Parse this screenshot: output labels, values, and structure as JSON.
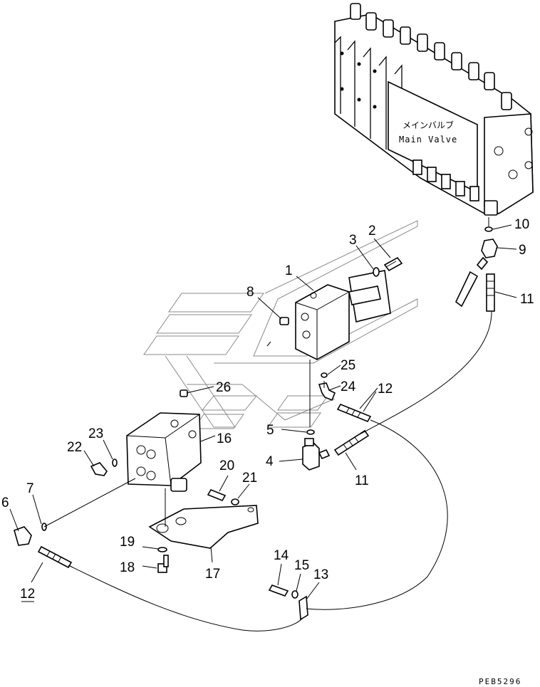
{
  "main_valve": {
    "label_jp": "メインバルブ",
    "label_en": "Main Valve"
  },
  "callouts": [
    {
      "id": "c1",
      "text": "1"
    },
    {
      "id": "c2",
      "text": "2"
    },
    {
      "id": "c3",
      "text": "3"
    },
    {
      "id": "c4",
      "text": "4"
    },
    {
      "id": "c5",
      "text": "5"
    },
    {
      "id": "c6",
      "text": "6"
    },
    {
      "id": "c7",
      "text": "7"
    },
    {
      "id": "c8",
      "text": "8"
    },
    {
      "id": "c9",
      "text": "9"
    },
    {
      "id": "c10",
      "text": "10"
    },
    {
      "id": "c11a",
      "text": "11"
    },
    {
      "id": "c11b",
      "text": "11"
    },
    {
      "id": "c12a",
      "text": "12"
    },
    {
      "id": "c12b",
      "text": "12"
    },
    {
      "id": "c13",
      "text": "13"
    },
    {
      "id": "c14",
      "text": "14"
    },
    {
      "id": "c15",
      "text": "15"
    },
    {
      "id": "c16",
      "text": "16"
    },
    {
      "id": "c17",
      "text": "17"
    },
    {
      "id": "c18",
      "text": "18"
    },
    {
      "id": "c19",
      "text": "19"
    },
    {
      "id": "c20",
      "text": "20"
    },
    {
      "id": "c21",
      "text": "21"
    },
    {
      "id": "c22",
      "text": "22"
    },
    {
      "id": "c23",
      "text": "23"
    },
    {
      "id": "c24",
      "text": "24"
    },
    {
      "id": "c25",
      "text": "25"
    },
    {
      "id": "c26",
      "text": "26"
    }
  ],
  "drawing_code": "PEB5296"
}
